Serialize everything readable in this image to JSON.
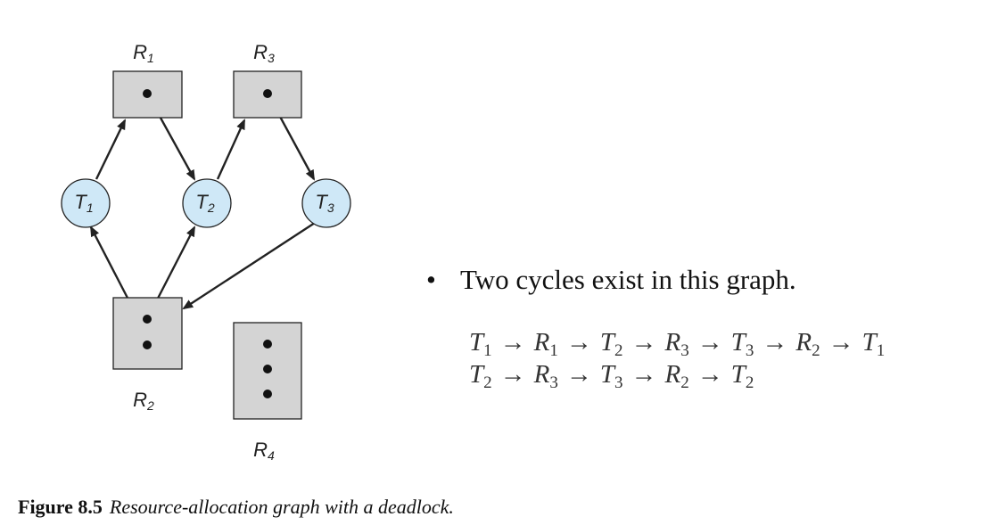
{
  "diagram": {
    "resources": [
      {
        "id": "R1",
        "label": "R",
        "sub": "1",
        "instances": 1
      },
      {
        "id": "R2",
        "label": "R",
        "sub": "2",
        "instances": 2
      },
      {
        "id": "R3",
        "label": "R",
        "sub": "3",
        "instances": 1
      },
      {
        "id": "R4",
        "label": "R",
        "sub": "4",
        "instances": 3
      }
    ],
    "threads": [
      {
        "id": "T1",
        "label": "T",
        "sub": "1"
      },
      {
        "id": "T2",
        "label": "T",
        "sub": "2"
      },
      {
        "id": "T3",
        "label": "T",
        "sub": "3"
      }
    ],
    "edges": [
      {
        "from": "T1",
        "to": "R1",
        "kind": "request"
      },
      {
        "from": "R1",
        "to": "T2",
        "kind": "assignment"
      },
      {
        "from": "T2",
        "to": "R3",
        "kind": "request"
      },
      {
        "from": "R3",
        "to": "T3",
        "kind": "assignment"
      },
      {
        "from": "T3",
        "to": "R2",
        "kind": "request"
      },
      {
        "from": "R2",
        "to": "T1",
        "kind": "assignment"
      },
      {
        "from": "R2",
        "to": "T2",
        "kind": "assignment"
      }
    ],
    "colors": {
      "resource_fill": "#d4d4d4",
      "thread_fill": "#cfe8f7",
      "stroke": "#222222"
    }
  },
  "notes": {
    "bullet_text": "Two cycles exist in this graph.",
    "cycles": [
      [
        {
          "l": "T",
          "s": "1"
        },
        {
          "l": "R",
          "s": "1"
        },
        {
          "l": "T",
          "s": "2"
        },
        {
          "l": "R",
          "s": "3"
        },
        {
          "l": "T",
          "s": "3"
        },
        {
          "l": "R",
          "s": "2"
        },
        {
          "l": "T",
          "s": "1"
        }
      ],
      [
        {
          "l": "T",
          "s": "2"
        },
        {
          "l": "R",
          "s": "3"
        },
        {
          "l": "T",
          "s": "3"
        },
        {
          "l": "R",
          "s": "2"
        },
        {
          "l": "T",
          "s": "2"
        }
      ]
    ]
  },
  "caption": {
    "label": "Figure 8.5",
    "text": "Resource-allocation graph with a deadlock."
  }
}
